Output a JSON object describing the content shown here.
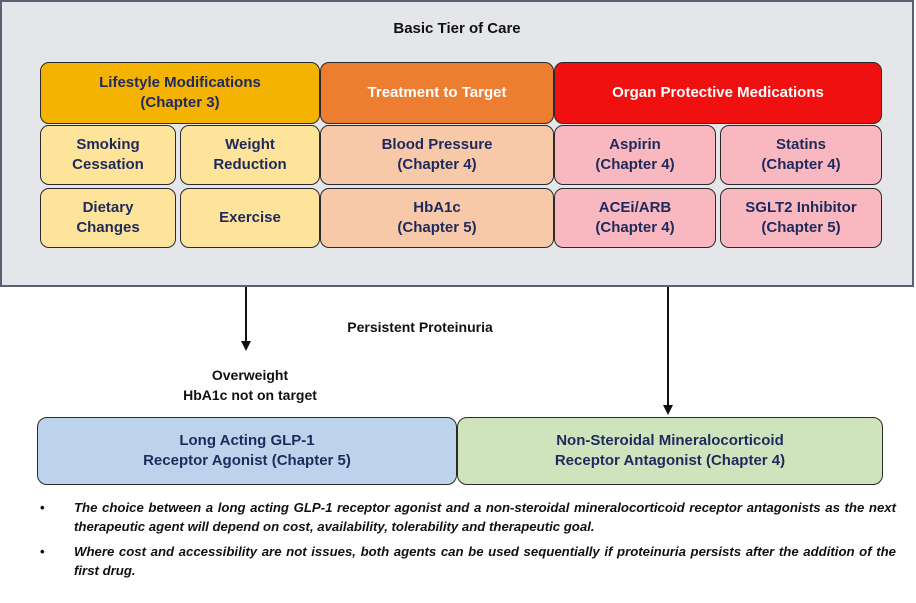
{
  "tier": {
    "title": "Basic Tier of Care",
    "headers": {
      "lifestyle": [
        "Lifestyle Modifications",
        "(Chapter 3)"
      ],
      "target": "Treatment to Target",
      "organ": "Organ Protective Medications"
    },
    "lifestyle_items": [
      [
        "Smoking",
        "Cessation"
      ],
      [
        "Weight",
        "Reduction"
      ],
      [
        "Dietary",
        "Changes"
      ],
      [
        "Exercise"
      ]
    ],
    "target_items": [
      [
        "Blood Pressure",
        "(Chapter 4)"
      ],
      [
        "HbA1c",
        "(Chapter 5)"
      ]
    ],
    "organ_items": [
      [
        "Aspirin",
        "(Chapter 4)"
      ],
      [
        "Statins",
        "(Chapter 4)"
      ],
      [
        "ACEi/ARB",
        "(Chapter 4)"
      ],
      [
        "SGLT2 Inhibitor",
        "(Chapter 5)"
      ]
    ]
  },
  "labels": {
    "persistent": "Persistent Proteinuria",
    "overweight": [
      "Overweight",
      "HbA1c not on target"
    ]
  },
  "next_steps": {
    "glp1": [
      "Long Acting GLP-1",
      "Receptor Agonist (Chapter 5)"
    ],
    "mra": [
      "Non-Steroidal Mineralocorticoid",
      "Receptor Antagonist (Chapter 4)"
    ]
  },
  "notes": {
    "bullet": "•",
    "items": [
      "The choice between a long acting GLP-1 receptor agonist and a non-steroidal mineralocorticoid receptor antagonists as the next therapeutic agent will depend on cost, availability, tolerability and therapeutic goal.",
      "Where cost and accessibility are not issues, both agents can be used sequentially if proteinuria persists after the addition of the first drug."
    ]
  },
  "colors": {
    "lifestyle_header": "#f4b300",
    "target_header": "#ed7d31",
    "organ_header": "#f01010",
    "lifestyle_cell": "#fde49a",
    "target_cell": "#f7c9a8",
    "organ_cell": "#f9b7bf",
    "glp1_box": "#bdd3ec",
    "mra_box": "#cfe4bd",
    "panel": "#e4e6ea"
  }
}
